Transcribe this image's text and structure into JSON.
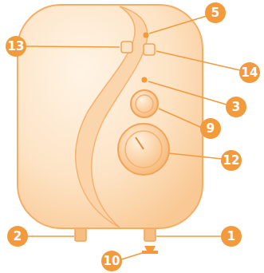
{
  "diagram": {
    "labels": [
      "13",
      "5",
      "14",
      "3",
      "9",
      "12",
      "2",
      "1",
      "10"
    ]
  }
}
